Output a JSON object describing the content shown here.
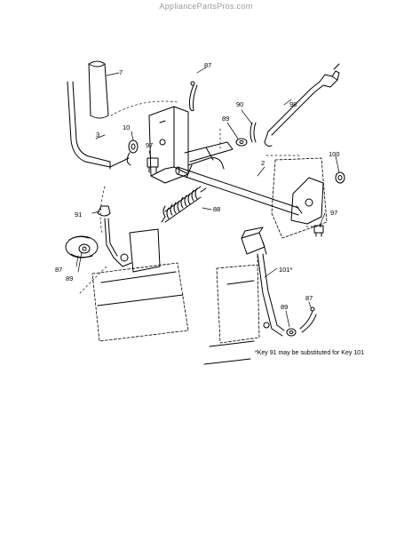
{
  "watermark": "AppliancePartsPros.com",
  "callouts": [
    {
      "id": "c7",
      "text": "7"
    },
    {
      "id": "c87a",
      "text": "87"
    },
    {
      "id": "c3",
      "text": "3"
    },
    {
      "id": "c10",
      "text": "10"
    },
    {
      "id": "c97a",
      "text": "97"
    },
    {
      "id": "c90",
      "text": "90"
    },
    {
      "id": "c89a",
      "text": "89"
    },
    {
      "id": "c98",
      "text": "98"
    },
    {
      "id": "c2",
      "text": "2"
    },
    {
      "id": "c100",
      "text": "100"
    },
    {
      "id": "c97b",
      "text": "97"
    },
    {
      "id": "c88",
      "text": "88"
    },
    {
      "id": "c91",
      "text": "91"
    },
    {
      "id": "c87b",
      "text": "87"
    },
    {
      "id": "c89b",
      "text": "89"
    },
    {
      "id": "c101",
      "text": "101*"
    },
    {
      "id": "c89c",
      "text": "89"
    },
    {
      "id": "c87c",
      "text": "87"
    }
  ],
  "footnote": "*Key 91 may be substituted for Key 101"
}
